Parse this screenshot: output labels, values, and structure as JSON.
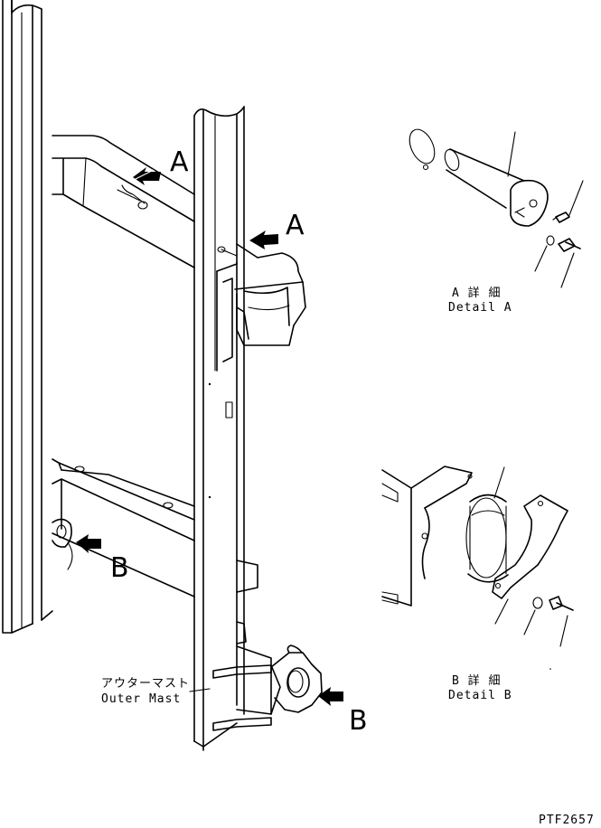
{
  "callouts": {
    "a1": "A",
    "a2": "A",
    "b1": "B",
    "b2": "B"
  },
  "detail_a": {
    "jp": "A 詳 細",
    "en": "Detail A"
  },
  "detail_b": {
    "jp": "B 詳 細",
    "en": "Detail B"
  },
  "mast": {
    "jp": "アウターマスト",
    "en": "Outer Mast"
  },
  "drawing_code": "PTF2657"
}
